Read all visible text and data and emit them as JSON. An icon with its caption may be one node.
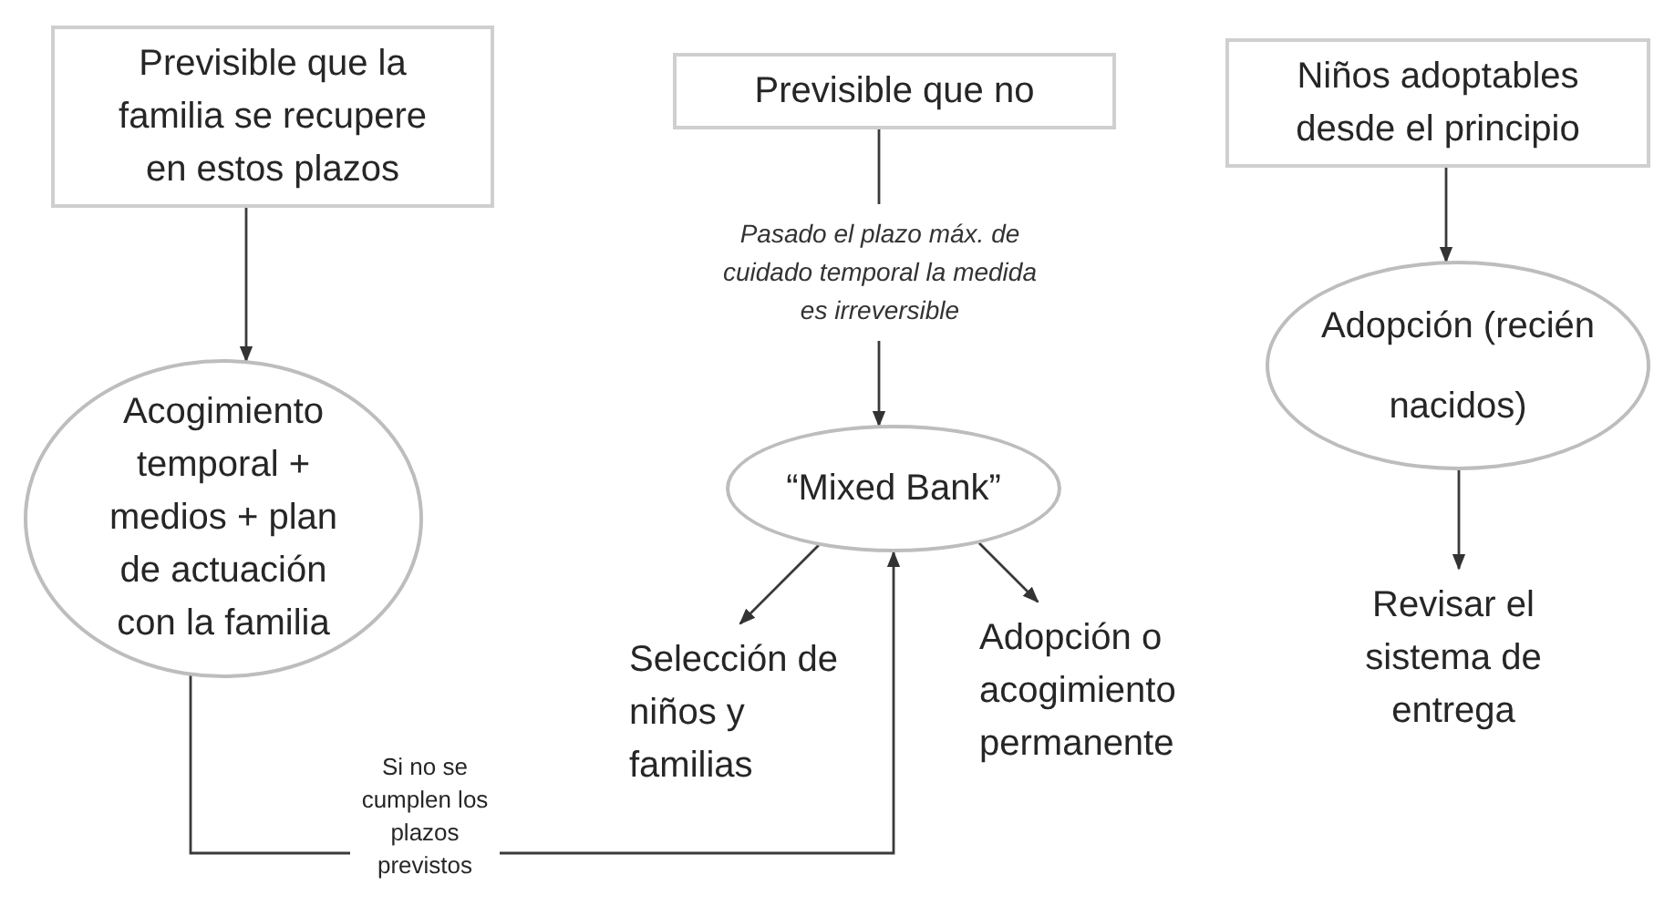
{
  "diagram": {
    "nodes": [
      {
        "text": [
          "Previsible que la familia se recupere en estos plazos"
        ]
      },
      {
        "text": [
          "Acogimiento temporal + medios + plan de actuación con la familia"
        ]
      },
      {
        "text": [
          "Previsible que no"
        ]
      },
      {
        "text": [
          "Pasado el plazo máx. de cuidado temporal la medida es irreversible"
        ]
      },
      {
        "text": [
          "“Mixed Bank”"
        ]
      },
      {
        "text": [
          "Selección de niños y familias"
        ]
      },
      {
        "text": [
          "Adopción o acogimiento permanente"
        ]
      },
      {
        "text": [
          "Niños adoptables desde el principio"
        ]
      },
      {
        "text": [
          "Adopción (recién nacidos)"
        ]
      },
      {
        "text": [
          "Revisar el sistema de entrega"
        ]
      }
    ],
    "edges": [
      {
        "from": 0,
        "to": 1,
        "arrow": "to"
      },
      {
        "from": 1,
        "to": 4,
        "arrow": "to",
        "label": "Si no se cumplen los plazos previstos"
      },
      {
        "from": 2,
        "to": 3,
        "arrow": "none"
      },
      {
        "from": 3,
        "to": 4,
        "arrow": "to"
      },
      {
        "from": 4,
        "to": 5,
        "arrow": "to"
      },
      {
        "from": 4,
        "to": 6,
        "arrow": "to"
      },
      {
        "from": 7,
        "to": 8,
        "arrow": "to"
      },
      {
        "from": 8,
        "to": 9,
        "arrow": "to"
      }
    ]
  }
}
